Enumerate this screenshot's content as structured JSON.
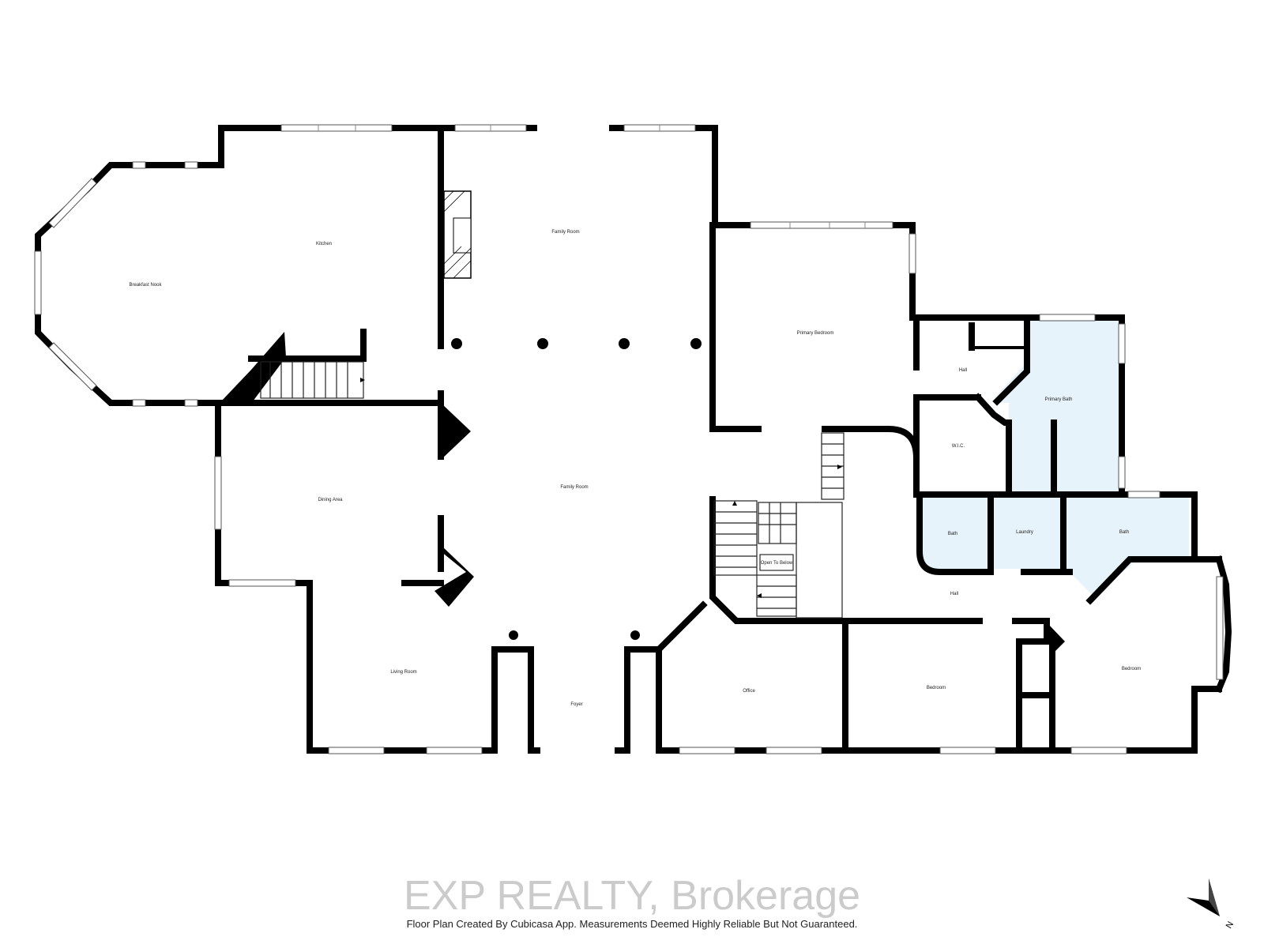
{
  "rooms": {
    "breakfast_nook": "Breakfast Nook",
    "kitchen": "Kitchen",
    "family_room_upper": "Family Room",
    "family_room_main": "Family Room",
    "primary_bedroom": "Primary Bedroom",
    "hall_upper": "Hall",
    "primary_bath": "Primary Bath",
    "wic": "W.I.C.",
    "dining_area": "Dining Area",
    "bath_left": "Bath",
    "laundry": "Laundry",
    "bath_right": "Bath",
    "open_to_below": "Open To Below",
    "hall_lower": "Hall",
    "living_room": "Living Room",
    "foyer": "Foyer",
    "office": "Office",
    "bedroom_middle": "Bedroom",
    "bedroom_right": "Bedroom"
  },
  "footer": {
    "watermark": "EXP REALTY, Brokerage",
    "disclaimer": "Floor Plan Created By Cubicasa App. Measurements Deemed Highly Reliable But Not Guaranteed."
  },
  "compass": {
    "label": "N",
    "icon": "north-arrow-icon"
  },
  "colors": {
    "wall": "#000000",
    "wet_room": "#e6f3fb",
    "watermark": "#a0a0a0"
  }
}
